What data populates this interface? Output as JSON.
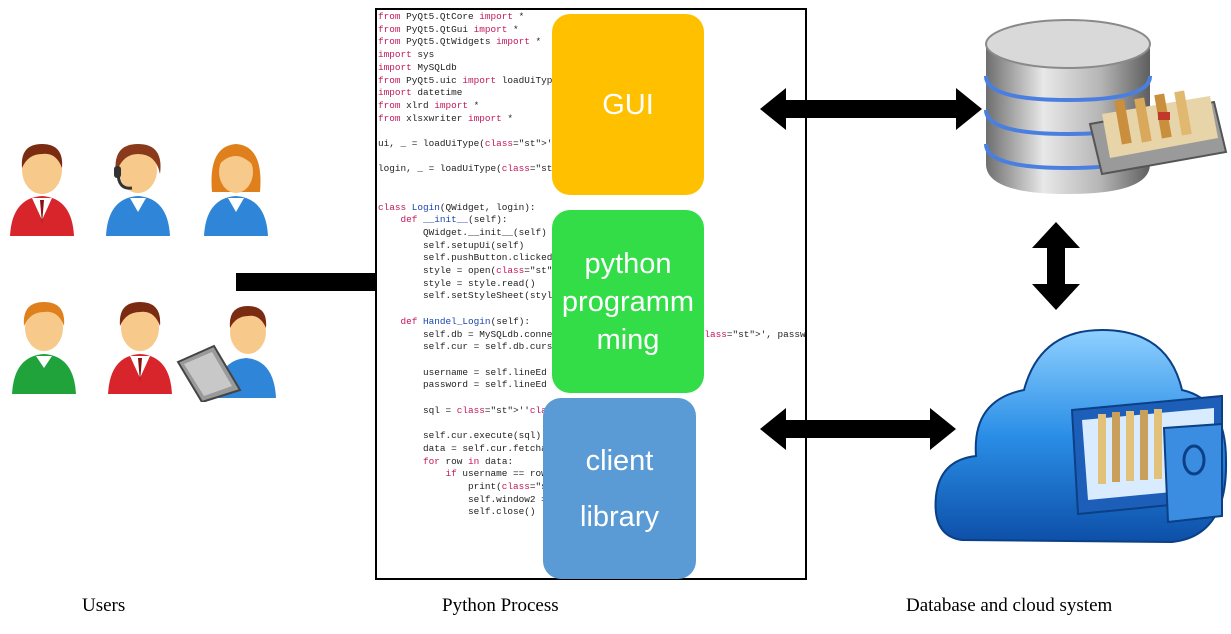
{
  "users": {
    "caption": "Users",
    "figures": [
      {
        "icon": "businessman-red-suit-icon",
        "shirt": "#d8242b"
      },
      {
        "icon": "headset-operator-icon",
        "shirt": "#2f86d8"
      },
      {
        "icon": "businesswoman-blue-icon",
        "shirt": "#2f86d8"
      },
      {
        "icon": "user-green-shirt-icon",
        "shirt": "#1fa33a"
      },
      {
        "icon": "user-red-shirt-icon",
        "shirt": "#d8242b"
      },
      {
        "icon": "user-at-laptop-icon",
        "shirt": "#2f86d8"
      }
    ]
  },
  "process": {
    "caption": "Python Process",
    "blocks": {
      "gui": {
        "label": "GUI",
        "color": "#ffc000"
      },
      "python": {
        "line1": "python",
        "line2": "programm",
        "line3": "ming",
        "color": "#33dd47"
      },
      "client": {
        "line1": "client",
        "line2": "library",
        "color": "#5b9bd5"
      }
    }
  },
  "storage": {
    "caption": "Database and cloud system",
    "icons": [
      "database-server-icon",
      "cloud-storage-icon"
    ]
  },
  "code_lines": [
    "from PyQt5.QtCore import *",
    "from PyQt5.QtGui import *",
    "from PyQt5.QtWidgets import *",
    "import sys",
    "import MySQLdb",
    "from PyQt5.uic import loadUiType",
    "import datetime",
    "from xlrd import *",
    "from xlsxwriter import *",
    "",
    "ui, _ = loadUiType('library.ui')",
    "",
    "login, _ = loadUiType('login.ui')",
    "",
    "",
    "class Login(QWidget, login):",
    "    def __init__(self):",
    "        QWidget.__init__(self)",
    "        self.setupUi(self)",
    "        self.pushButton.clicked",
    "        style = open('themes/da",
    "        style = style.read()",
    "        self.setStyleSheet(styl",
    "",
    "    def Handel_Login(self):",
    "        self.db = MySQLdb.conne                        ot', password='toor",
    "        self.cur = self.db.cursor()",
    "",
    "        username = self.lineEd",
    "        password = self.lineEd",
    "",
    "        sql = ''' SELECT * FRO",
    "",
    "        self.cur.execute(sql)",
    "        data = self.cur.fetcha",
    "        for row in data:",
    "            if username == row",
    "                print('user ma",
    "                self.window2 =",
    "                self.close()"
  ]
}
